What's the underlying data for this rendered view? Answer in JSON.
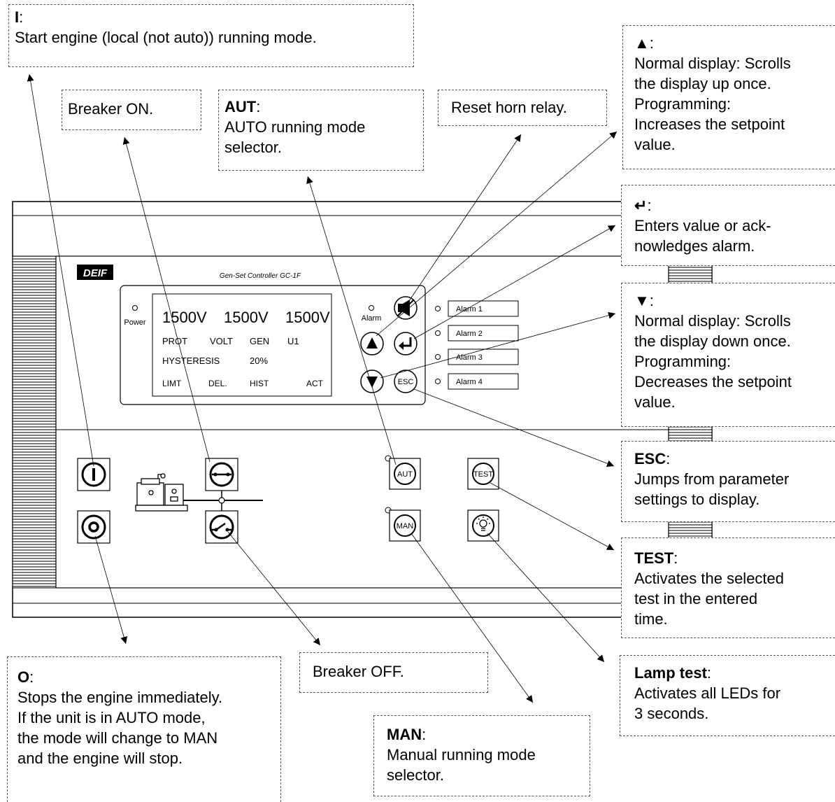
{
  "panel": {
    "brand": "DEIF",
    "model": "Gen-Set Controller GC-1F",
    "power_label": "Power",
    "alarm_label": "Alarm",
    "alarms": [
      "Alarm 1",
      "Alarm 2",
      "Alarm 3",
      "Alarm 4"
    ],
    "display": {
      "row1": [
        "1500V",
        "1500V",
        "1500V"
      ],
      "row2": [
        "PROT",
        "VOLT",
        "GEN",
        "U1"
      ],
      "row3": [
        "HYSTERESIS",
        "20%"
      ],
      "row4": [
        "LIMT",
        "DEL.",
        "HIST",
        "ACT"
      ]
    },
    "buttons": {
      "esc": "ESC",
      "aut": "AUT",
      "man": "MAN",
      "test": "TEST"
    }
  },
  "notes": {
    "start": {
      "key": "I",
      "text": "Start engine (local (not auto)) running mode."
    },
    "breaker_on": {
      "text": "Breaker ON."
    },
    "aut": {
      "key": "AUT",
      "text": "AUTO running mode selector."
    },
    "reset_horn": {
      "text": "Reset horn relay."
    },
    "up": {
      "key": "▲",
      "lines": [
        "Normal display: Scrolls",
        "the display up once.",
        "Programming:",
        "Increases the setpoint",
        "value."
      ]
    },
    "enter": {
      "key": "↵",
      "lines": [
        "Enters value or ack-",
        "nowledges alarm."
      ]
    },
    "down": {
      "key": "▼",
      "lines": [
        "Normal display: Scrolls",
        "the display down once.",
        "Programming:",
        "Decreases the setpoint",
        "value."
      ]
    },
    "esc": {
      "key": "ESC",
      "lines": [
        "Jumps from parameter",
        "settings to display."
      ]
    },
    "test": {
      "key": "TEST",
      "lines": [
        "Activates the selected",
        "test in the entered",
        "time."
      ]
    },
    "lamp": {
      "key": "Lamp test",
      "lines": [
        "Activates all LEDs for",
        "3 seconds."
      ]
    },
    "stop": {
      "key": "O",
      "lines": [
        "Stops the engine immediately.",
        "If the unit is in AUTO mode,",
        "the mode will change to MAN",
        "and the engine will stop."
      ]
    },
    "breaker_off": {
      "text": "Breaker OFF."
    },
    "man": {
      "key": "MAN",
      "lines": [
        "Manual running mode",
        "selector."
      ]
    }
  }
}
